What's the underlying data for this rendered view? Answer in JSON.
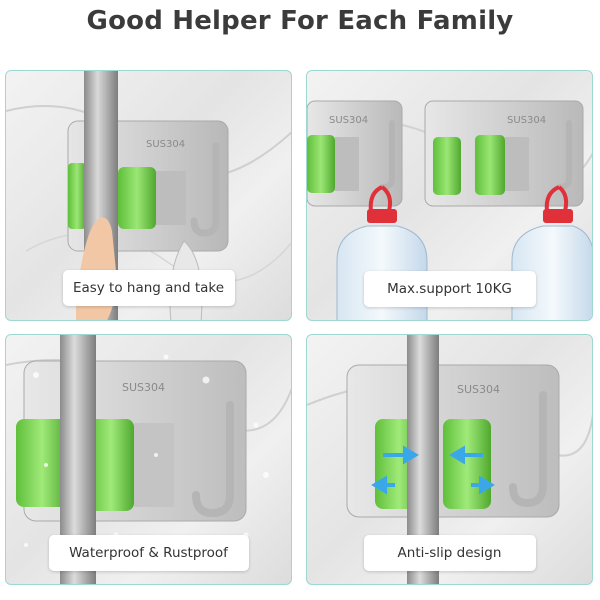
{
  "title": "Good Helper For Each Family",
  "panels": [
    {
      "caption": "Easy to hang and take"
    },
    {
      "caption": "Max.support 10KG"
    },
    {
      "caption": "Waterproof & Rustproof"
    },
    {
      "caption": "Anti-slip design"
    }
  ],
  "plates": {
    "panel1": "SUS304",
    "panel2_left": "SUS304",
    "panel2_right": "SUS304",
    "panel3": "SUS304",
    "panel4": "SUS304"
  },
  "colors": {
    "title": "#3b3b3b",
    "border": "#9fd7d2",
    "grip_green": "#7ed957",
    "steel": "#c9c9c9",
    "bottle_cap": "#e0303a",
    "arrow_blue": "#3aa7e8"
  }
}
